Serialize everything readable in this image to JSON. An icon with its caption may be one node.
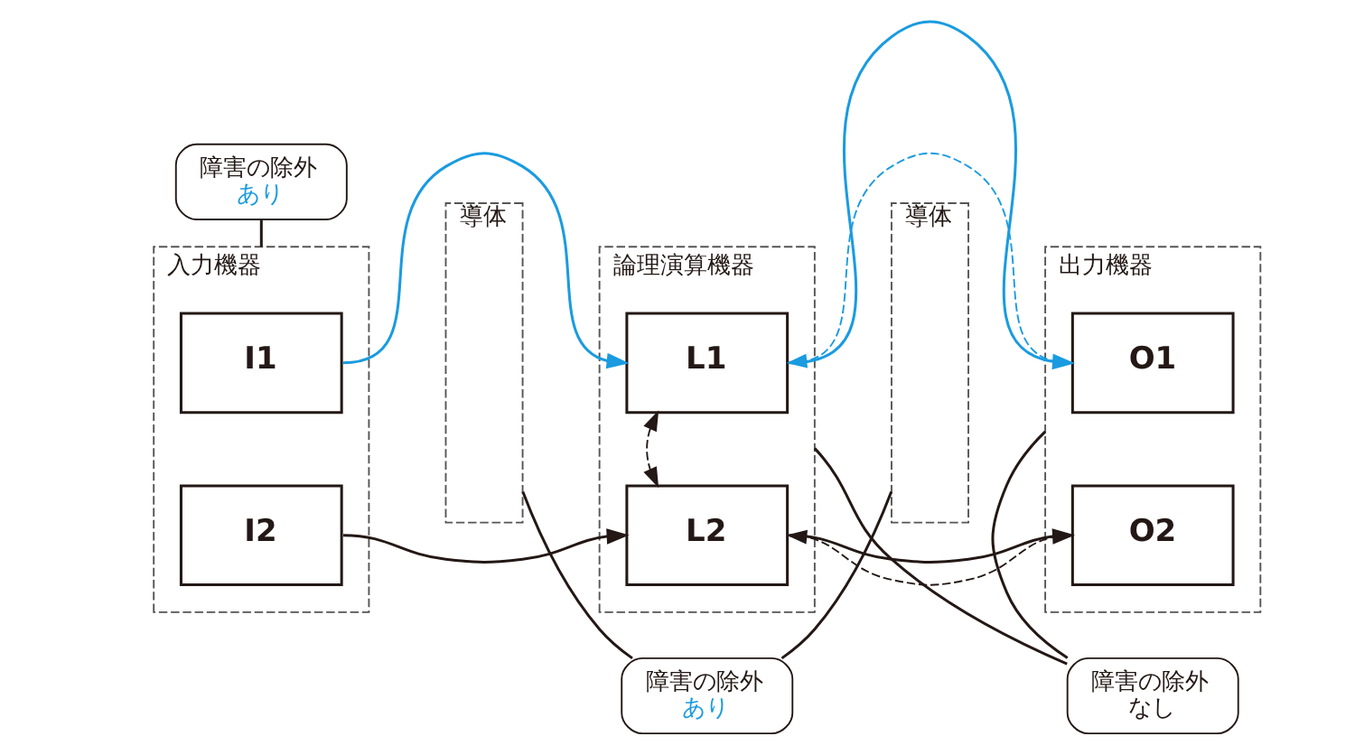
{
  "diagram": {
    "nodes": [
      {
        "text": [
          "入力機器"
        ]
      },
      {
        "text": [
          "I1"
        ],
        "in": 0
      },
      {
        "text": [
          "I2"
        ],
        "in": 0
      },
      {
        "text": [
          "導体"
        ]
      },
      {
        "text": [
          "論理演算機器"
        ]
      },
      {
        "text": [
          "L1"
        ],
        "in": 4
      },
      {
        "text": [
          "L2"
        ],
        "in": 4
      },
      {
        "text": [
          "導体"
        ]
      },
      {
        "text": [
          "出力機器"
        ]
      },
      {
        "text": [
          "O1"
        ],
        "in": 8
      },
      {
        "text": [
          "O2"
        ],
        "in": 8
      },
      {
        "text": [
          "障害の除外",
          "あり"
        ]
      },
      {
        "text": [
          "障害の除外",
          "あり"
        ]
      },
      {
        "text": [
          "障害の除外",
          "なし"
        ]
      }
    ],
    "edges": [
      {
        "from": 1,
        "to": 5,
        "arrow": "to",
        "color": "#1a9be0"
      },
      {
        "from": 5,
        "to": 9,
        "arrow": "to",
        "color": "#1a9be0"
      },
      {
        "from": 9,
        "to": 5,
        "arrow": "to",
        "style": "dashed",
        "color": "#1a9be0"
      },
      {
        "from": 5,
        "to": 6,
        "arrow": "both",
        "style": "dashed"
      },
      {
        "from": 2,
        "to": 6,
        "arrow": "to"
      },
      {
        "from": 6,
        "to": 10,
        "arrow": "to"
      },
      {
        "from": 10,
        "to": 6,
        "arrow": "to",
        "style": "dashed"
      },
      {
        "from": 11,
        "to": 0,
        "arrow": "none"
      },
      {
        "from": 12,
        "to": 3,
        "arrow": "none"
      },
      {
        "from": 12,
        "to": 7,
        "arrow": "none"
      },
      {
        "from": 13,
        "to": 4,
        "arrow": "none"
      },
      {
        "from": 13,
        "to": 8,
        "arrow": "none"
      }
    ]
  }
}
